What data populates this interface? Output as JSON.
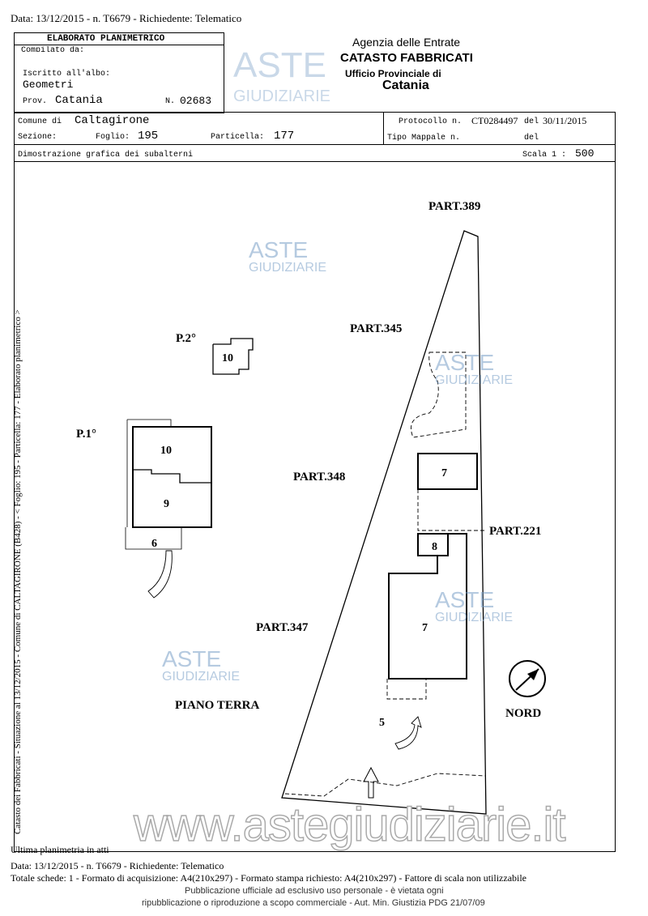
{
  "header_line": "Data: 13/12/2015 - n. T6679 - Richiedente: Telematico",
  "title_box": {
    "title": "ELABORATO PLANIMETRICO",
    "compilato": "Compilato da:",
    "iscritto_label": "Iscritto all'albo:",
    "iscritto_value": "Geometri",
    "prov_label": "Prov.",
    "prov_value": "Catania",
    "n_label": "N.",
    "n_value": "02683"
  },
  "agency": {
    "line1": "Agenzia delle Entrate",
    "line2": "CATASTO FABBRICATI",
    "line3": "Ufficio Provinciale di",
    "line4": "Catania"
  },
  "info": {
    "comune_label": "Comune di",
    "comune_value": "Caltagirone",
    "sezione_label": "Sezione:",
    "foglio_label": "Foglio:",
    "foglio_value": "195",
    "particella_label": "Particella:",
    "particella_value": "177",
    "protocollo_label": "Protocollo n.",
    "protocollo_value": "CT0284497",
    "del_label": "del",
    "protocollo_date": "30/11/2015",
    "tipo_label": "Tipo Mappale n.",
    "del2_label": "del"
  },
  "section_title": "Dimostrazione grafica dei subalterni",
  "scale_label": "Scala 1 :",
  "scale_value": "500",
  "side_text": "Catasto dei Fabbricati - Situazione al 13/12/2015 - Comune di CALTAGIRONE (B428) - < Foglio: 195 - Particella: 177 - Elaborato planimetrico >",
  "plan": {
    "part389": "PART.389",
    "part345": "PART.345",
    "part348": "PART.348",
    "part221": "PART.221",
    "part347": "PART.347",
    "p2": "P.2°",
    "p1": "P.1°",
    "piano_terra": "PIANO TERRA",
    "nord": "NORD",
    "sub10a": "10",
    "sub10b": "10",
    "sub9": "9",
    "sub6": "6",
    "sub7a": "7",
    "sub8": "8",
    "sub7b": "7",
    "sub5": "5"
  },
  "watermark": {
    "aste": "ASTE",
    "giudiziarie": "GIUDIZIARIE",
    "site": "www.astegiudiziarie.it",
    "notice1": "Pubblicazione ufficiale ad esclusivo uso personale - è vietata ogni",
    "notice2": "ripubblicazione o riproduzione a scopo commerciale - Aut. Min. Giustizia PDG 21/07/09"
  },
  "footer": {
    "ultima": "Ultima planimetria in atti",
    "data_line": "Data: 13/12/2015 - n. T6679 - Richiedente: Telematico",
    "totale": "Totale schede: 1 - Formato di acquisizione: A4(210x297) - Formato stampa richiesto: A4(210x297) - Fattore di scala non utilizzabile"
  }
}
